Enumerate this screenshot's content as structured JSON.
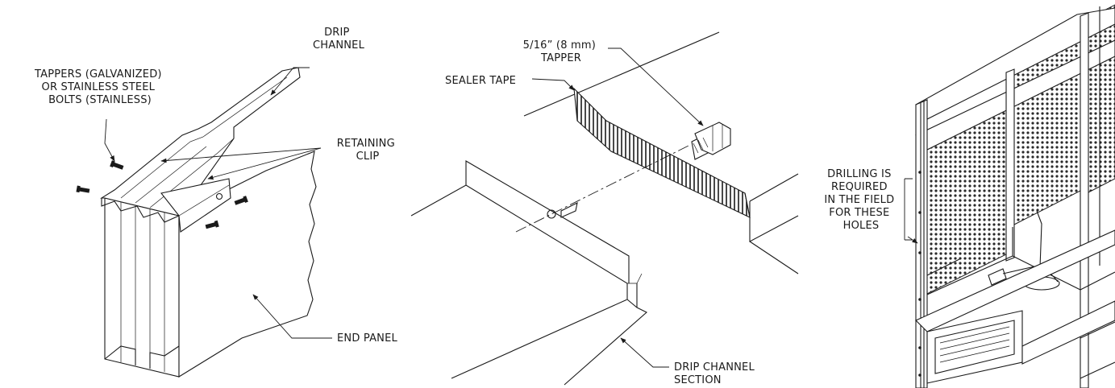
{
  "figure_1": {
    "label_fasteners": [
      "TAPPERS (GALVANIZED)",
      "OR STAINLESS STEEL",
      "BOLTS (STAINLESS)"
    ],
    "label_drip_channel": [
      "DRIP",
      "CHANNEL"
    ],
    "label_retaining_clip": [
      "RETAINING",
      "CLIP"
    ],
    "label_end_panel": [
      "END PANEL"
    ]
  },
  "figure_2": {
    "label_tapper": [
      "5/16” (8 mm)",
      "TAPPER"
    ],
    "label_sealer_tape": [
      "SEALER TAPE"
    ],
    "label_drip_channel_section": [
      "DRIP CHANNEL",
      "SECTION"
    ]
  },
  "figure_3": {
    "label_drilling": [
      "DRILLING IS",
      "REQUIRED",
      "IN THE FIELD",
      "FOR THESE",
      "HOLES"
    ]
  },
  "colors": {
    "ink": "#1a1a1a",
    "background": "#ffffff"
  }
}
